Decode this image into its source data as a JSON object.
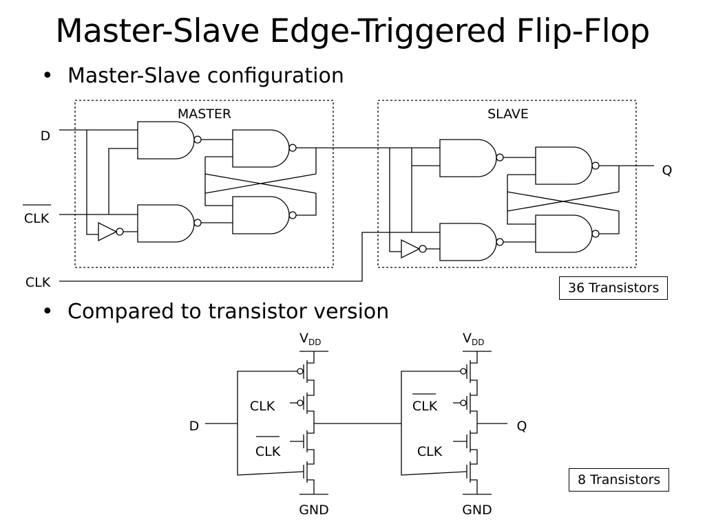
{
  "title": "Master-Slave Edge-Triggered Flip-Flop",
  "bullets": [
    "Master-Slave configuration",
    "Compared to transistor version"
  ],
  "gate_diagram": {
    "master_label": "MASTER",
    "slave_label": "SLAVE",
    "input_d": "D",
    "input_clk_bar": "CLK",
    "input_clk": "CLK",
    "output_q": "Q",
    "transistor_count": "36 Transistors"
  },
  "transistor_diagram": {
    "vdd_main": "V",
    "vdd_sub": "DD",
    "gnd": "GND",
    "clk": "CLK",
    "clk_bar": "CLK",
    "input_d": "D",
    "output_q": "Q",
    "transistor_count": "8 Transistors"
  }
}
